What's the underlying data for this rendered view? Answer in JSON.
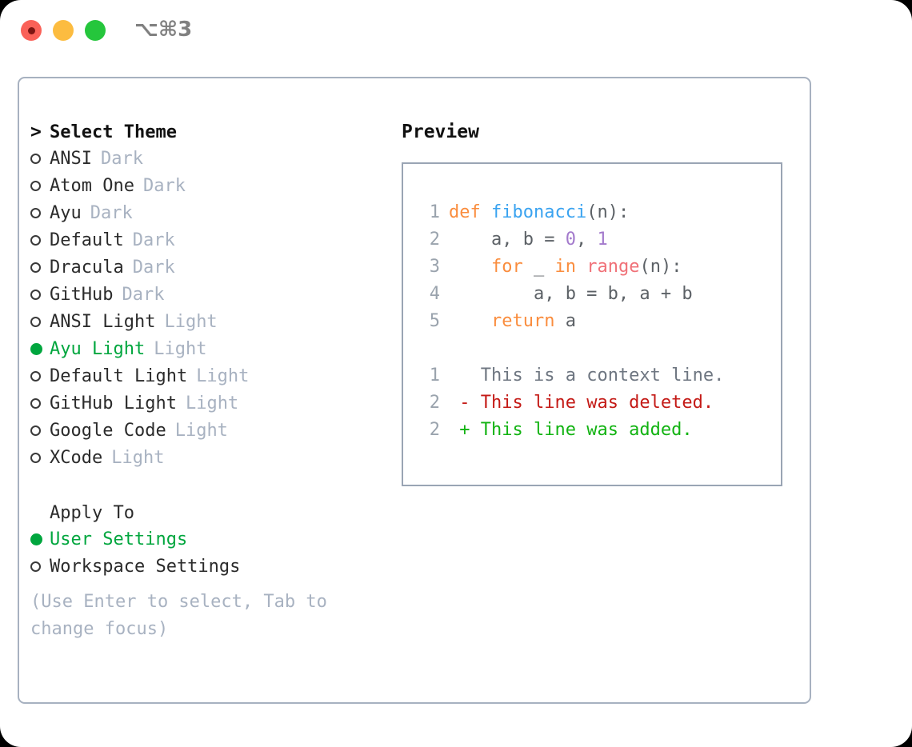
{
  "titlebar": {
    "shortcut": "⌥⌘3",
    "buttons": {
      "close": "close",
      "minimize": "minimize",
      "maximize": "maximize"
    }
  },
  "theme_picker": {
    "heading": "Select Theme",
    "heading_prefix": ">",
    "themes": [
      {
        "name": "ANSI",
        "variant": "Dark",
        "selected": false
      },
      {
        "name": "Atom One",
        "variant": "Dark",
        "selected": false
      },
      {
        "name": "Ayu",
        "variant": "Dark",
        "selected": false
      },
      {
        "name": "Default",
        "variant": "Dark",
        "selected": false
      },
      {
        "name": "Dracula",
        "variant": "Dark",
        "selected": false
      },
      {
        "name": "GitHub",
        "variant": "Dark",
        "selected": false
      },
      {
        "name": "ANSI Light",
        "variant": "Light",
        "selected": false
      },
      {
        "name": "Ayu Light",
        "variant": "Light",
        "selected": true
      },
      {
        "name": "Default Light",
        "variant": "Light",
        "selected": false
      },
      {
        "name": "GitHub Light",
        "variant": "Light",
        "selected": false
      },
      {
        "name": "Google Code",
        "variant": "Light",
        "selected": false
      },
      {
        "name": "XCode",
        "variant": "Light",
        "selected": false
      }
    ]
  },
  "apply_to": {
    "heading": "Apply To",
    "options": [
      {
        "label": "User Settings",
        "selected": true
      },
      {
        "label": "Workspace Settings",
        "selected": false
      }
    ]
  },
  "hint": "(Use Enter to select, Tab to change focus)",
  "preview": {
    "title": "Preview",
    "code_lines": [
      {
        "number": "1",
        "tokens": [
          {
            "text": "def ",
            "type": "kw"
          },
          {
            "text": "fibonacci",
            "type": "fn"
          },
          {
            "text": "(n):",
            "type": "punct"
          }
        ]
      },
      {
        "number": "2",
        "tokens": [
          {
            "text": "    a, b = ",
            "type": "plain"
          },
          {
            "text": "0",
            "type": "num"
          },
          {
            "text": ", ",
            "type": "plain"
          },
          {
            "text": "1",
            "type": "num"
          }
        ]
      },
      {
        "number": "3",
        "tokens": [
          {
            "text": "    ",
            "type": "plain"
          },
          {
            "text": "for",
            "type": "kw"
          },
          {
            "text": " _ ",
            "type": "plain"
          },
          {
            "text": "in",
            "type": "kw"
          },
          {
            "text": " ",
            "type": "plain"
          },
          {
            "text": "range",
            "type": "builtin"
          },
          {
            "text": "(n):",
            "type": "punct"
          }
        ]
      },
      {
        "number": "4",
        "tokens": [
          {
            "text": "        a, b = b, a + b",
            "type": "plain"
          }
        ]
      },
      {
        "number": "5",
        "tokens": [
          {
            "text": "    ",
            "type": "plain"
          },
          {
            "text": "return",
            "type": "kw"
          },
          {
            "text": " a",
            "type": "plain"
          }
        ]
      }
    ],
    "diff_lines": [
      {
        "number": "1",
        "marker": " ",
        "text": "This is a context line.",
        "type": "context"
      },
      {
        "number": "2",
        "marker": "-",
        "text": "This line was deleted.",
        "type": "deleted"
      },
      {
        "number": "2",
        "marker": "+",
        "text": "This line was added.",
        "type": "added"
      }
    ]
  },
  "colors": {
    "selected_green": "#00a63e",
    "muted_blue_gray": "#a8b2c1",
    "border": "#a7b1c0",
    "preview_border": "#9aa5b4",
    "keyword_orange": "#fa8d3e",
    "function_blue": "#3aa3f0",
    "number_purple": "#a37acc",
    "builtin_salmon": "#f07178",
    "diff_deleted_red": "#c41a16",
    "diff_added_green": "#12b312",
    "traffic_red": "#fa6158",
    "traffic_yellow": "#fcbc40",
    "traffic_green": "#25c63c"
  }
}
